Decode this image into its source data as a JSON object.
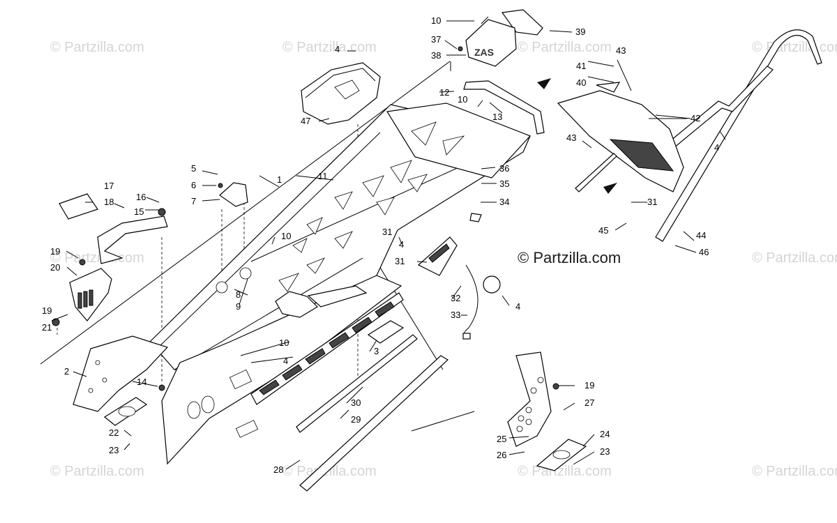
{
  "watermarks": {
    "main": "© Partzilla.com",
    "faint": "© Partzilla.com"
  },
  "callouts": [
    {
      "id": "c1",
      "text": "1"
    },
    {
      "id": "c2",
      "text": "2"
    },
    {
      "id": "c3",
      "text": "3"
    },
    {
      "id": "c4a",
      "text": "4"
    },
    {
      "id": "c4b",
      "text": "4"
    },
    {
      "id": "c4c",
      "text": "4"
    },
    {
      "id": "c4d",
      "text": "4"
    },
    {
      "id": "c4e",
      "text": "4"
    },
    {
      "id": "c5",
      "text": "5"
    },
    {
      "id": "c6",
      "text": "6"
    },
    {
      "id": "c7",
      "text": "7"
    },
    {
      "id": "c8",
      "text": "8"
    },
    {
      "id": "c9",
      "text": "9"
    },
    {
      "id": "c10a",
      "text": "10"
    },
    {
      "id": "c10b",
      "text": "10"
    },
    {
      "id": "c10c",
      "text": "10"
    },
    {
      "id": "c10d",
      "text": "10"
    },
    {
      "id": "c11",
      "text": "11"
    },
    {
      "id": "c12",
      "text": "12"
    },
    {
      "id": "c13",
      "text": "13"
    },
    {
      "id": "c14",
      "text": "14"
    },
    {
      "id": "c15",
      "text": "15"
    },
    {
      "id": "c16",
      "text": "16"
    },
    {
      "id": "c17",
      "text": "17"
    },
    {
      "id": "c18",
      "text": "18"
    },
    {
      "id": "c19a",
      "text": "19"
    },
    {
      "id": "c19b",
      "text": "19"
    },
    {
      "id": "c19c",
      "text": "19"
    },
    {
      "id": "c20",
      "text": "20"
    },
    {
      "id": "c21",
      "text": "21"
    },
    {
      "id": "c22",
      "text": "22"
    },
    {
      "id": "c23a",
      "text": "23"
    },
    {
      "id": "c23b",
      "text": "23"
    },
    {
      "id": "c24",
      "text": "24"
    },
    {
      "id": "c25",
      "text": "25"
    },
    {
      "id": "c26",
      "text": "26"
    },
    {
      "id": "c27",
      "text": "27"
    },
    {
      "id": "c28",
      "text": "28"
    },
    {
      "id": "c29",
      "text": "29"
    },
    {
      "id": "c30",
      "text": "30"
    },
    {
      "id": "c31a",
      "text": "31"
    },
    {
      "id": "c31b",
      "text": "31"
    },
    {
      "id": "c31c",
      "text": "31"
    },
    {
      "id": "c32",
      "text": "32"
    },
    {
      "id": "c33",
      "text": "33"
    },
    {
      "id": "c34",
      "text": "34"
    },
    {
      "id": "c35",
      "text": "35"
    },
    {
      "id": "c36",
      "text": "36"
    },
    {
      "id": "c37",
      "text": "37"
    },
    {
      "id": "c38",
      "text": "38"
    },
    {
      "id": "c39",
      "text": "39"
    },
    {
      "id": "c40",
      "text": "40"
    },
    {
      "id": "c41",
      "text": "41"
    },
    {
      "id": "c42",
      "text": "42"
    },
    {
      "id": "c43a",
      "text": "43"
    },
    {
      "id": "c43b",
      "text": "43"
    },
    {
      "id": "c44",
      "text": "44"
    },
    {
      "id": "c45",
      "text": "45"
    },
    {
      "id": "c46",
      "text": "46"
    },
    {
      "id": "c47",
      "text": "47"
    }
  ]
}
